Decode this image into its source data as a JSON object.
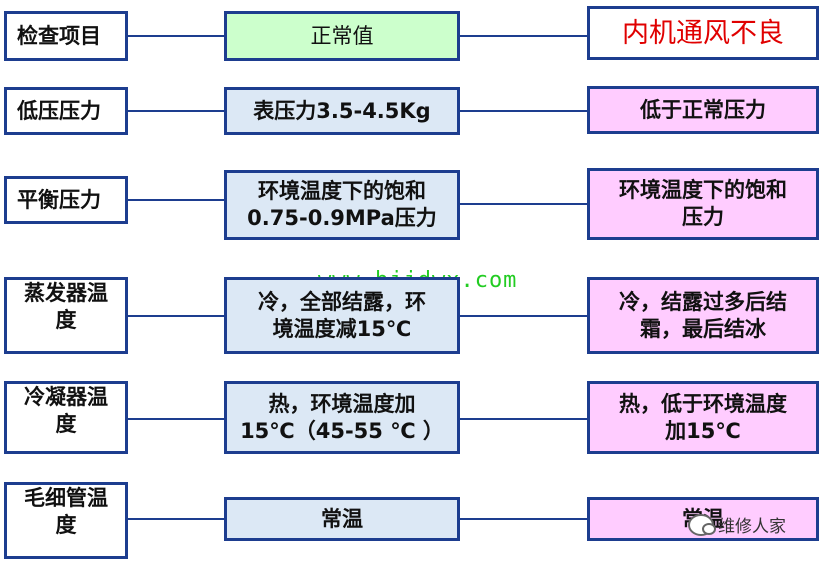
{
  "header": {
    "col1": "检查项目",
    "col2": "正常值",
    "col3": "内机通风不良"
  },
  "rows": [
    {
      "item": "低压压力",
      "normal": [
        "表压力3.5-4.5Kg"
      ],
      "fault": [
        "低于正常压力"
      ]
    },
    {
      "item": "平衡压力",
      "normal": [
        "环境温度下的饱和",
        "0.75-0.9MPa压力"
      ],
      "fault": [
        "环境温度下的饱和",
        "压力"
      ]
    },
    {
      "item": "蒸发器温度",
      "item_lines": [
        "蒸发器温",
        "度"
      ],
      "normal": [
        "冷，全部结露，环",
        "境温度减15℃"
      ],
      "fault": [
        "冷，结露过多后结",
        "霜，最后结冰"
      ]
    },
    {
      "item": "冷凝器温度",
      "item_lines": [
        "冷凝器温",
        "度"
      ],
      "normal": [
        "热，环境温度加",
        "15℃（45-55 ℃ ）"
      ],
      "fault": [
        "热，低于环境温度",
        "加15℃"
      ]
    },
    {
      "item": "毛细管温度",
      "item_lines": [
        "毛细管温",
        "度"
      ],
      "normal": [
        "常温"
      ],
      "fault": [
        "常温"
      ]
    }
  ],
  "watermark": "www.bjjdwx.com",
  "logo_text": "维修人家",
  "colors": {
    "border": "#1d3d8f",
    "header_fill": "#ccffcc",
    "normal_fill": "#dce8f5",
    "fault_fill": "#ffccff",
    "title_red": "#e00000",
    "watermark": "#22cc22"
  }
}
